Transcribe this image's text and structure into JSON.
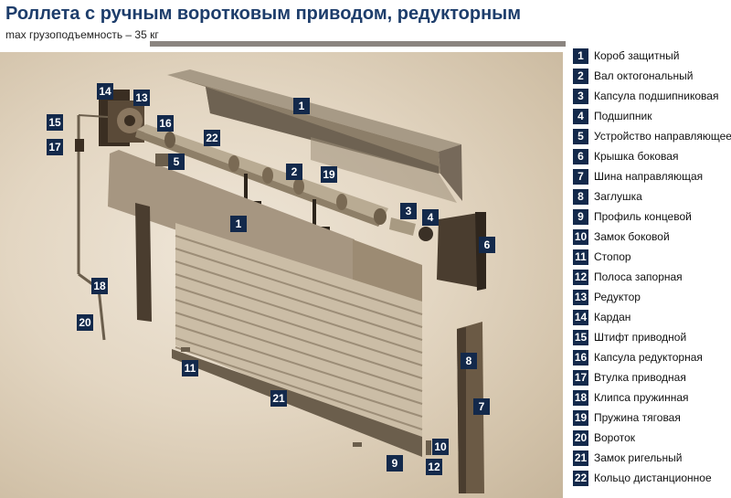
{
  "header": {
    "title": "Роллета с ручным воротковым приводом, редукторным",
    "subtitle": "max грузоподъемность – 35 кг"
  },
  "legend": [
    {
      "num": "1",
      "label": "Короб защитный"
    },
    {
      "num": "2",
      "label": "Вал октогональный"
    },
    {
      "num": "3",
      "label": "Капсула подшипниковая"
    },
    {
      "num": "4",
      "label": "Подшипник"
    },
    {
      "num": "5",
      "label": "Устройство направляющее"
    },
    {
      "num": "6",
      "label": "Крышка боковая"
    },
    {
      "num": "7",
      "label": "Шина направляющая"
    },
    {
      "num": "8",
      "label": "Заглушка"
    },
    {
      "num": "9",
      "label": "Профиль концевой"
    },
    {
      "num": "10",
      "label": "Замок боковой"
    },
    {
      "num": "11",
      "label": "Стопор"
    },
    {
      "num": "12",
      "label": "Полоса запорная"
    },
    {
      "num": "13",
      "label": "Редуктор"
    },
    {
      "num": "14",
      "label": "Кардан"
    },
    {
      "num": "15",
      "label": "Штифт приводной"
    },
    {
      "num": "16",
      "label": "Капсула редукторная"
    },
    {
      "num": "17",
      "label": "Втулка приводная"
    },
    {
      "num": "18",
      "label": "Клипса пружинная"
    },
    {
      "num": "19",
      "label": "Пружина тяговая"
    },
    {
      "num": "20",
      "label": "Вороток"
    },
    {
      "num": "21",
      "label": "Замок ригельный"
    },
    {
      "num": "22",
      "label": "Кольцо дистанционное"
    }
  ],
  "callouts": [
    "1",
    "1",
    "2",
    "3",
    "4",
    "5",
    "6",
    "7",
    "8",
    "9",
    "10",
    "11",
    "12",
    "13",
    "14",
    "15",
    "16",
    "17",
    "18",
    "19",
    "20",
    "21",
    "22"
  ],
  "colors": {
    "badge": "#13294b",
    "title": "#1d3d6b",
    "metal": "#8a7a62"
  }
}
